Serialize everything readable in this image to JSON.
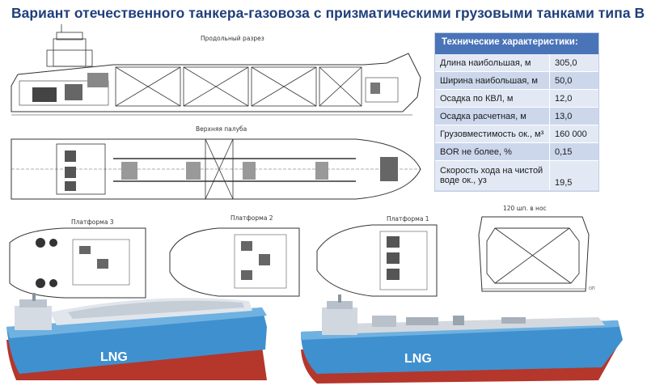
{
  "title": "Вариант отечественного танкера-газовоза с призматическими грузовыми танками типа B",
  "drawings": {
    "longitudinal": "Продольный разрез",
    "upper_deck": "Верхняя палуба",
    "platform3": "Платформа 3",
    "platform2": "Платформа 2",
    "platform1": "Платформа 1",
    "section": "120 шп. в нос",
    "baseline_mark": "ОП",
    "hull_label": "LNG"
  },
  "specs": {
    "header": "Технические характеристики:",
    "rows": [
      {
        "label": "Длина наибольшая, м",
        "value": "305,0"
      },
      {
        "label": "Ширина наибольшая, м",
        "value": "50,0"
      },
      {
        "label": "Осадка по КВЛ, м",
        "value": "12,0"
      },
      {
        "label": "Осадка расчетная, м",
        "value": "13,0"
      },
      {
        "label": "Грузовместимость ок., м³",
        "value": "160 000"
      },
      {
        "label": "BOR не более, %",
        "value": "0,15"
      },
      {
        "label": "Скорость хода на чистой воде ок., уз",
        "value": "19,5"
      }
    ]
  },
  "colors": {
    "title": "#1f3f7a",
    "table_header": "#4a74b8",
    "hull_blue": "#3f90cf",
    "hull_red": "#b5362b"
  }
}
